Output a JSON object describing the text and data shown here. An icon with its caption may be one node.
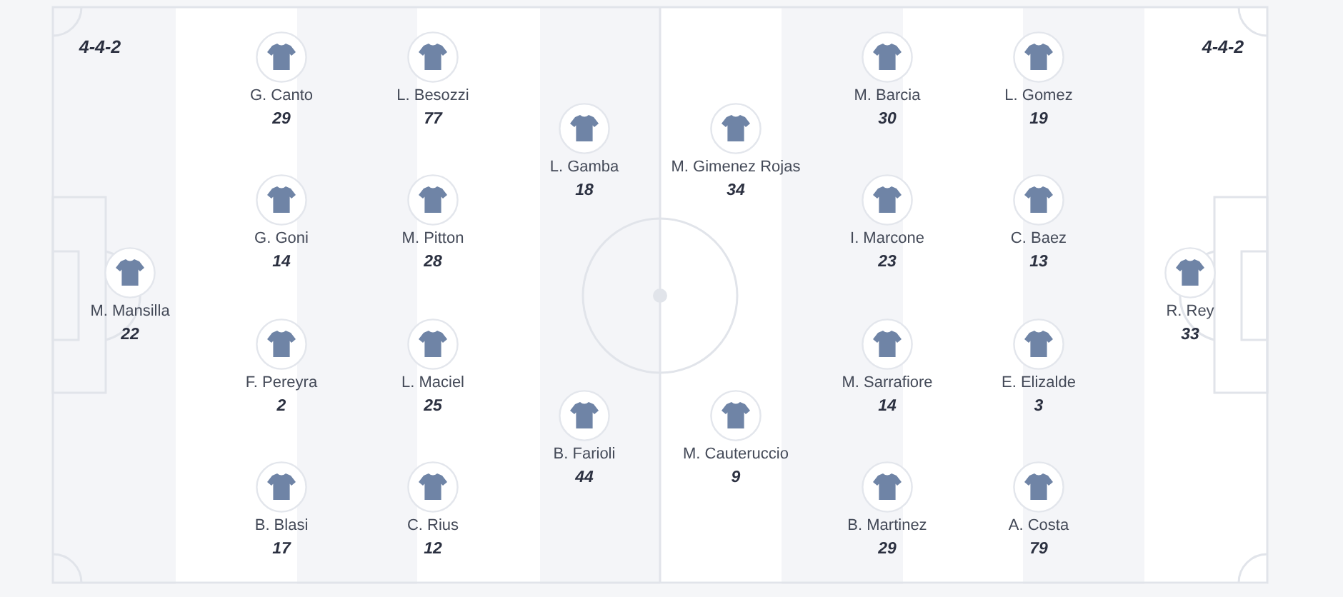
{
  "diagram": {
    "labels": [
      "4-4-2",
      "M. Mansilla",
      "22",
      "G. Canto",
      "29",
      "G. Goni",
      "14",
      "F. Pereyra",
      "2",
      "B. Blasi",
      "17",
      "L. Besozzi",
      "77",
      "M. Pitton",
      "28",
      "L. Maciel",
      "25",
      "C. Rius",
      "12",
      "L. Gamba",
      "18",
      "B. Farioli",
      "44",
      "M. Gimenez Rojas",
      "34",
      "M. Cauteruccio",
      "9",
      "M. Barcia",
      "30",
      "I. Marcone",
      "23",
      "M. Sarrafiore",
      "14",
      "B. Martinez",
      "29",
      "L. Gomez",
      "19",
      "C. Baez",
      "13",
      "E. Elizalde",
      "3",
      "A. Costa",
      "79",
      "R. Rey",
      "33",
      "4-4-2"
    ]
  }
}
